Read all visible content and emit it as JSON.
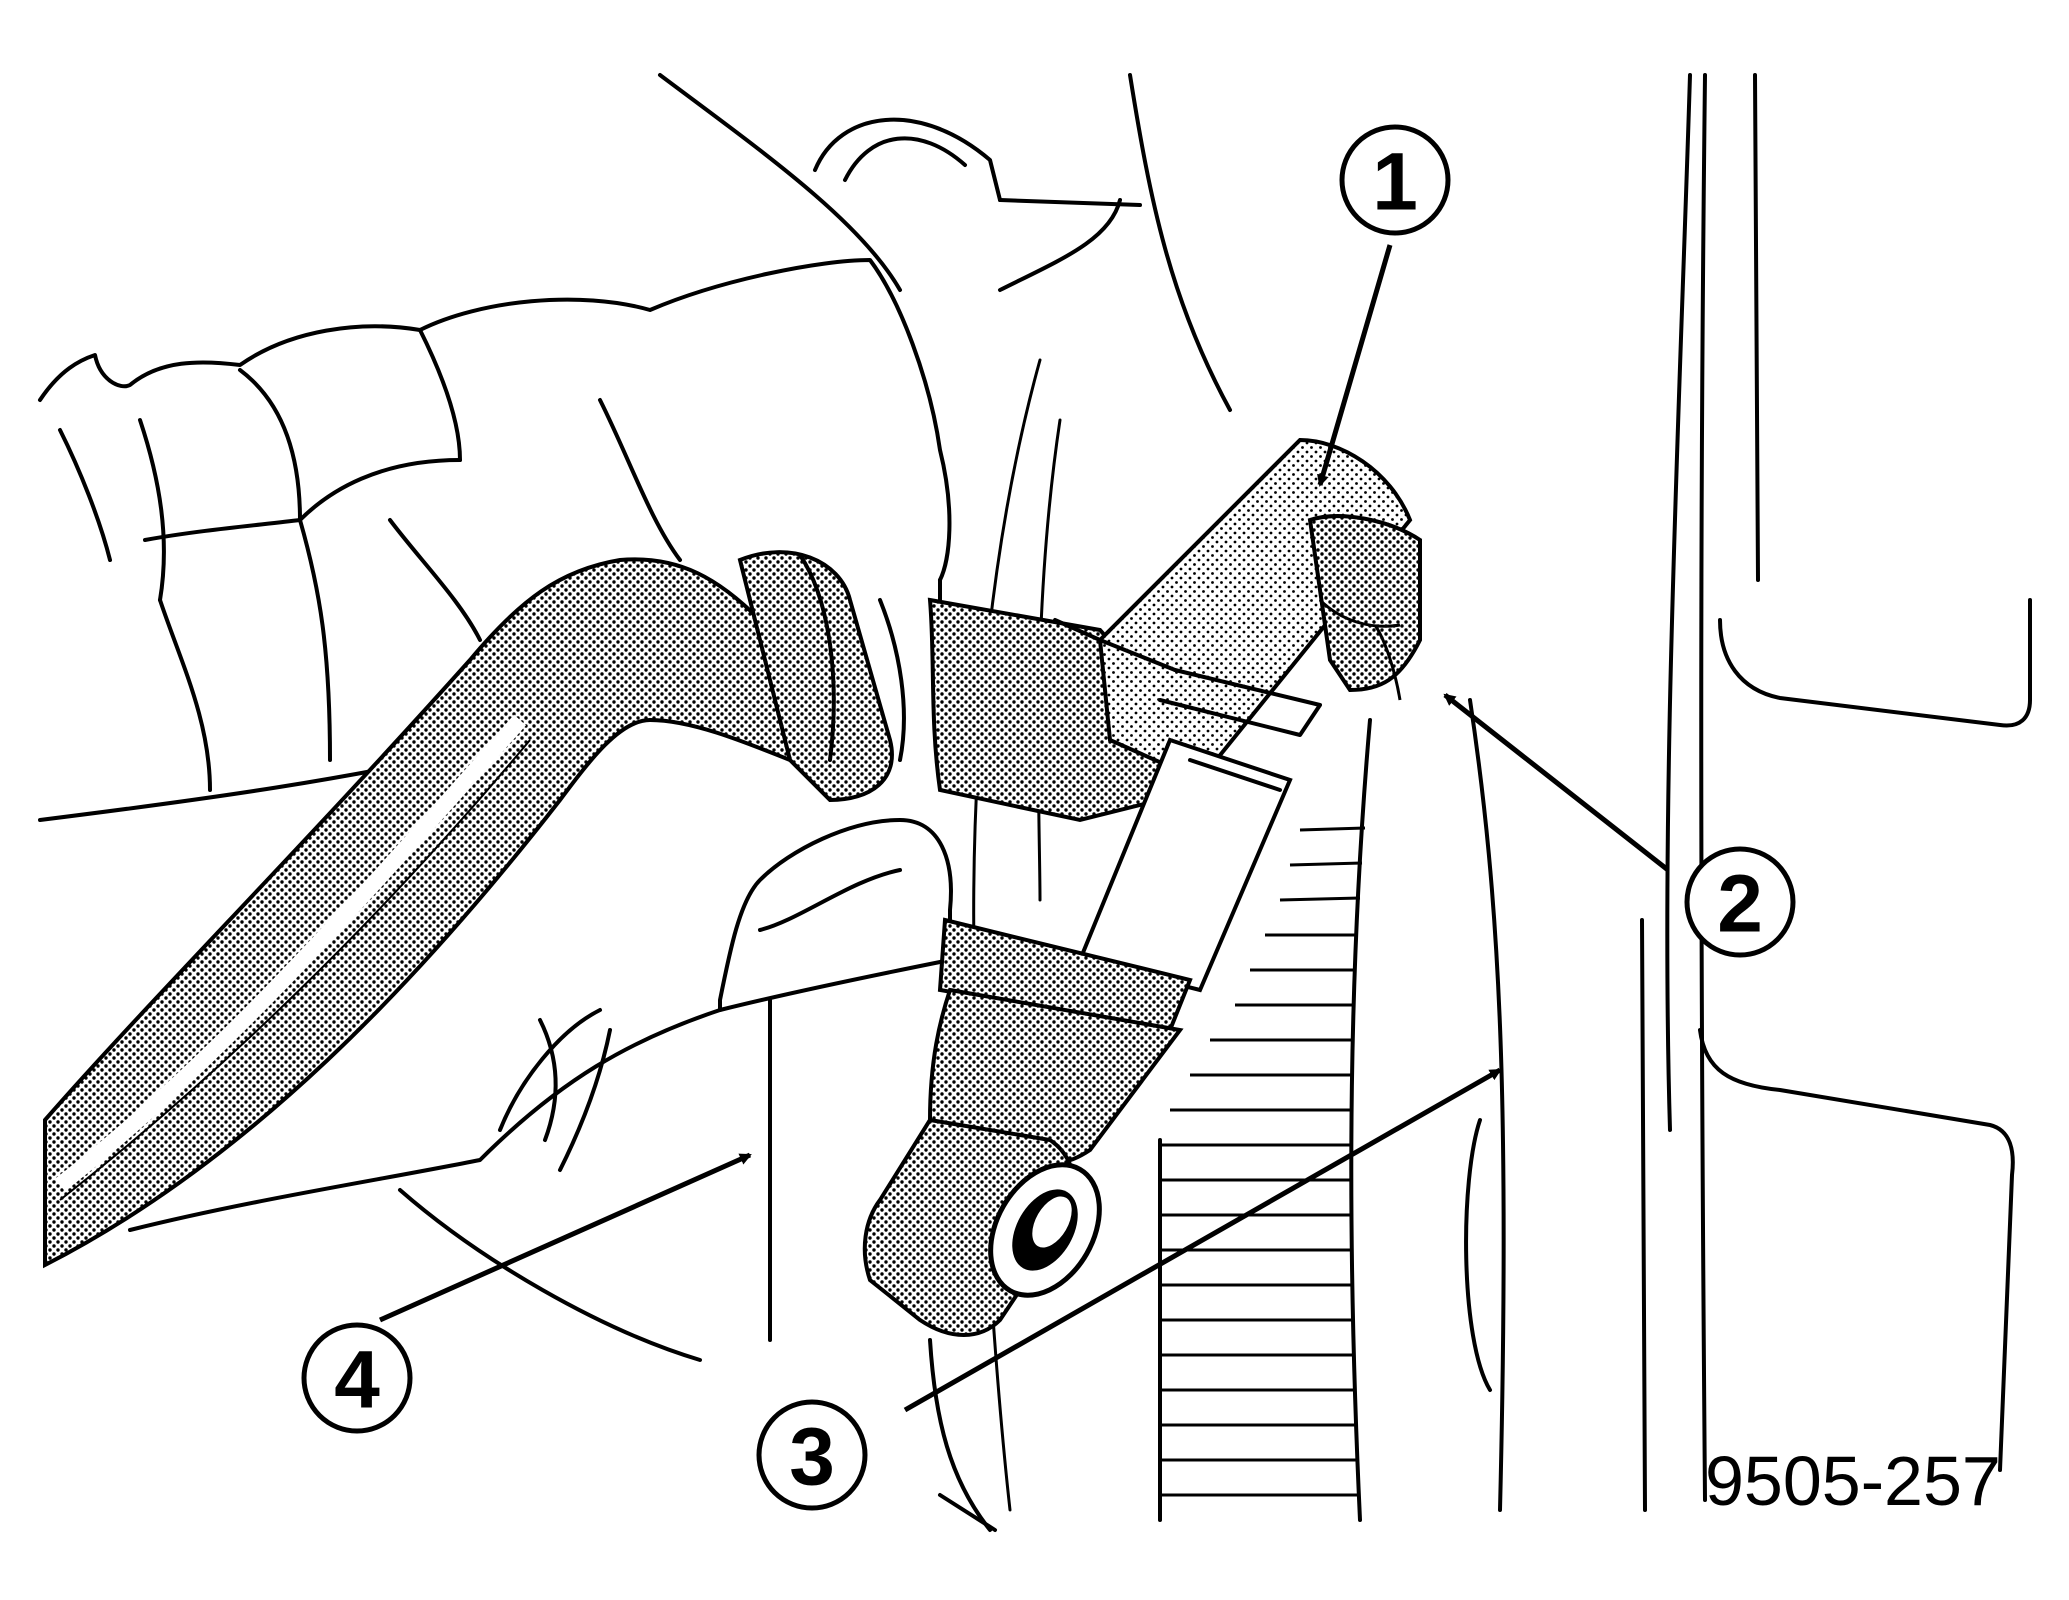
{
  "figure": {
    "id": "9505-257",
    "callouts": [
      {
        "number": "1"
      },
      {
        "number": "2"
      },
      {
        "number": "3"
      },
      {
        "number": "4"
      }
    ]
  }
}
